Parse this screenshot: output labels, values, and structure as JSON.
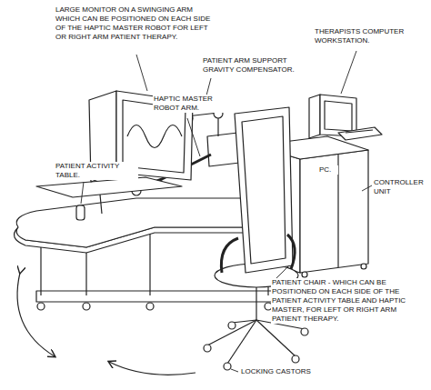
{
  "diagram": {
    "labels": [
      "LARGE MONITOR ON A SWINGING ARM WHICH CAN BE POSITIONED ON EACH SIDE OF THE HAPTIC MASTER ROBOT FOR LEFT OR RIGHT ARM PATIENT THERAPY.",
      "PATIENT ARM SUPPORT GRAVITY COMPENSATOR.",
      "THERAPISTS COMPUTER WORKSTATION.",
      "HAPTIC MASTER ROBOT ARM.",
      "PATIENT ACTIVITY TABLE.",
      "PC.",
      "CONTROLLER UNIT",
      "PATIENT CHAIR - WHICH CAN BE POSITIONED ON EACH SIDE OF THE PATIENT ACTIVITY TABLE AND HAPTIC MASTER, FOR LEFT OR RIGHT ARM PATIENT THERAPY.",
      "LOCKING CASTORS"
    ]
  }
}
